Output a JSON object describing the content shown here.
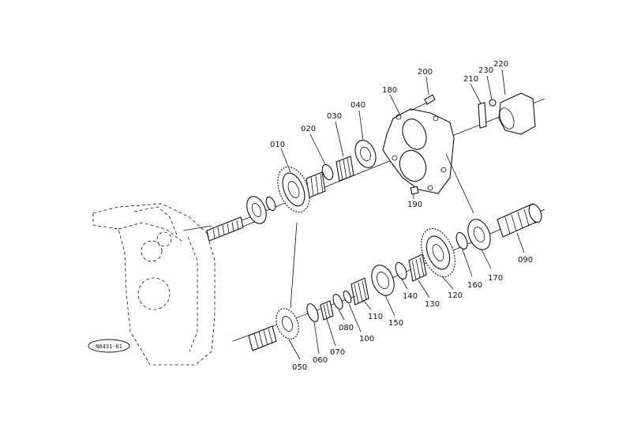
{
  "diagram": {
    "callouts": {
      "p010": "010",
      "p020": "020",
      "p030": "030",
      "p040": "040",
      "p050": "050",
      "p060": "060",
      "p070": "070",
      "p080": "080",
      "p090": "090",
      "p100": "100",
      "p110": "110",
      "p120": "120",
      "p130": "130",
      "p140": "140",
      "p150": "150",
      "p160": "160",
      "p170": "170",
      "p180": "180",
      "p190": "190",
      "p200": "200",
      "p210": "210",
      "p220": "220",
      "p230": "230"
    },
    "figure_code": "N0431-01"
  }
}
